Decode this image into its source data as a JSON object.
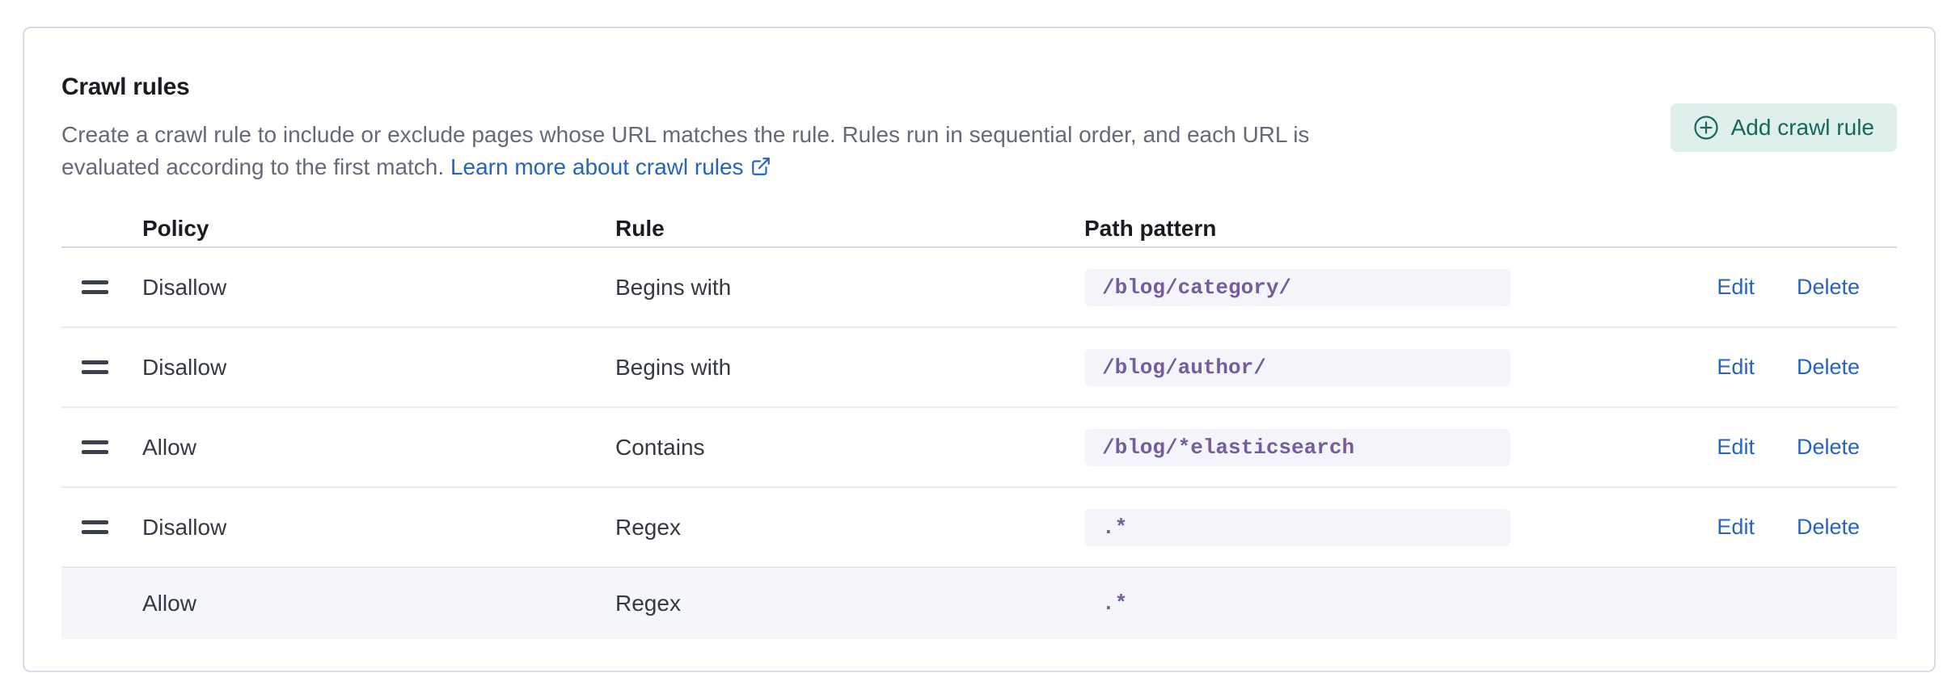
{
  "header": {
    "title": "Crawl rules",
    "description_before_link": "Create a crawl rule to include or exclude pages whose URL matches the rule. Rules run in sequential order, and each URL is evaluated according to the first match.",
    "link_label": "Learn more about crawl rules",
    "add_button_label": "Add crawl rule"
  },
  "table": {
    "columns": {
      "policy": "Policy",
      "rule": "Rule",
      "path_pattern": "Path pattern"
    },
    "actions": {
      "edit": "Edit",
      "delete": "Delete"
    },
    "rows": [
      {
        "policy": "Disallow",
        "rule": "Begins with",
        "path_pattern": "/blog/category/",
        "draggable": true,
        "editable": true,
        "default": false
      },
      {
        "policy": "Disallow",
        "rule": "Begins with",
        "path_pattern": "/blog/author/",
        "draggable": true,
        "editable": true,
        "default": false
      },
      {
        "policy": "Allow",
        "rule": "Contains",
        "path_pattern": "/blog/*elasticsearch",
        "draggable": true,
        "editable": true,
        "default": false
      },
      {
        "policy": "Disallow",
        "rule": "Regex",
        "path_pattern": ".*",
        "draggable": true,
        "editable": true,
        "default": false
      },
      {
        "policy": "Allow",
        "rule": "Regex",
        "path_pattern": ".*",
        "draggable": false,
        "editable": false,
        "default": true
      }
    ]
  },
  "icons": {
    "plus_circle": "plus-circle-icon",
    "external_link": "external-link-icon",
    "drag_handle": "drag-handle-icon"
  },
  "colors": {
    "card_border": "#D6DCE8",
    "title_text": "#1A1C21",
    "body_text": "#646A77",
    "cell_text": "#353944",
    "link_blue": "#2563C5",
    "button_bg": "#DFF0EC",
    "button_text": "#14695C",
    "code_purple": "#765C9E",
    "code_badge_bg": "#F4F5FB",
    "default_row_bg": "#F4F6F9"
  }
}
